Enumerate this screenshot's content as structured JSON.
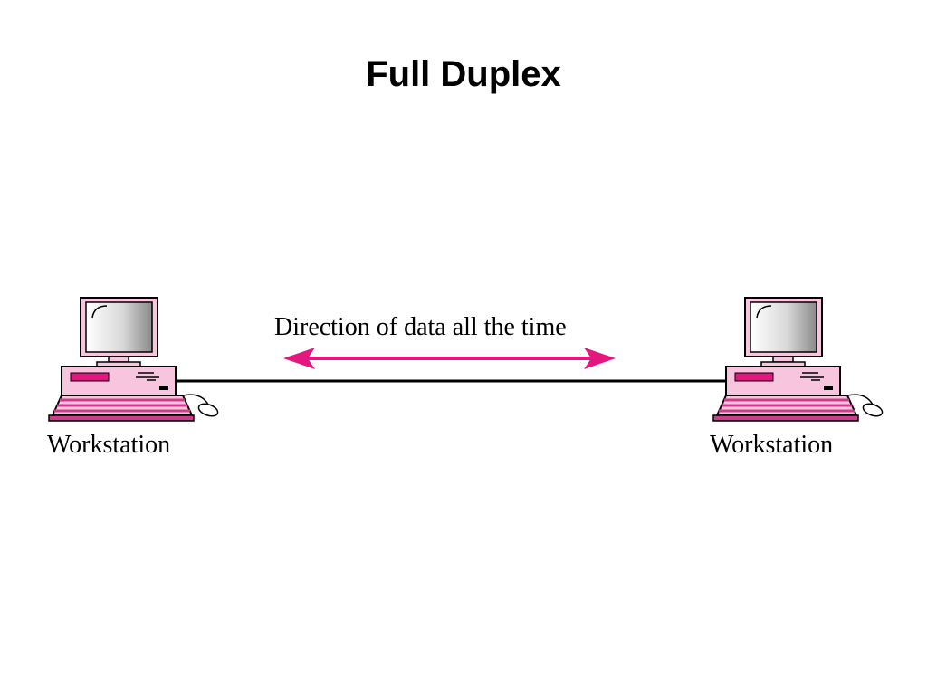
{
  "title": "Full Duplex",
  "direction_label": "Direction of data all the time",
  "workstations": [
    {
      "label": "Workstation"
    },
    {
      "label": "Workstation"
    }
  ],
  "colors": {
    "accent": "#e4177f",
    "device_fill": "#f7c6de",
    "device_dark": "#d03c8c",
    "line": "#000000"
  }
}
